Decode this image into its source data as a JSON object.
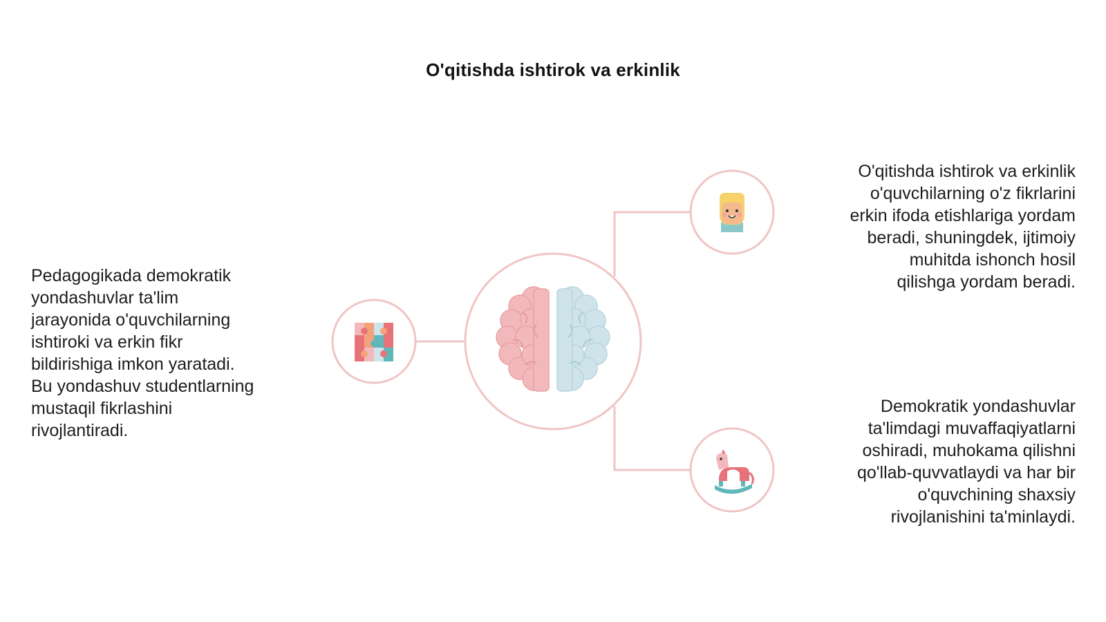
{
  "title": "O'qitishda ishtirok va erkinlik",
  "colors": {
    "ring": "#f0c4c4",
    "connector": "#f0c4c4",
    "brain_left": "#f2b8bb",
    "brain_right": "#cfe3ea",
    "accent_pink": "#e8727a",
    "accent_teal": "#5fb7b9",
    "accent_orange": "#f3a27a",
    "accent_yellow": "#f7d26a"
  },
  "center": {
    "icon": "brain-icon"
  },
  "nodes": {
    "left": {
      "icon": "puzzle-icon",
      "text": "Pedagogikada demokratik\nyondashuvlar ta'lim\njarayonida o'quvchilarning\nishtiroki va erkin fikr\nbildirishiga imkon yaratadi.\nBu yondashuv studentlarning\nmustaqil fikrlashini\nrivojlantiradi."
    },
    "top_right": {
      "icon": "child-face-icon",
      "text": "O'qitishda ishtirok va erkinlik\no'quvchilarning o'z fikrlarini\nerkin ifoda etishlariga yordam\nberadi, shuningdek, ijtimoiy\nmuhitda ishonch hosil\nqilishga yordam beradi."
    },
    "bottom_right": {
      "icon": "rocking-horse-icon",
      "text": "Demokratik yondashuvlar\nta'limdagi muvaffaqiyatlarni\noshiradi, muhokama qilishni\nqo'llab-quvvatlaydi va har bir\no'quvchining shaxsiy\nrivojlanishini ta'minlaydi."
    }
  }
}
